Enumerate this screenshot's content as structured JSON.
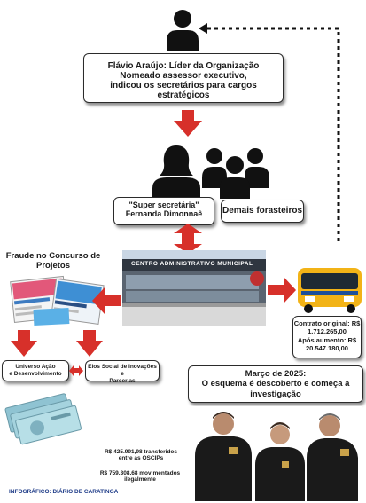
{
  "leader_box": {
    "line1": "Flávio Araújo: Líder da Organização",
    "line2": "Nomeado assessor executivo,",
    "line3": "indicou os secretários para cargos estratégicos"
  },
  "super_secretaria": {
    "line1": "\"Super secretária\"",
    "line2": "Fernanda Dimonnaê"
  },
  "demais": {
    "label": "Demais forasteiros"
  },
  "fraude": {
    "line1": "Fraude no Concurso de",
    "line2": "Projetos"
  },
  "building_sign": {
    "label": "CENTRO ADMINISTRATIVO MUNICIPAL"
  },
  "contrato": {
    "line1": "Contrato original: R$",
    "line2": "1.712.265,00",
    "line3": "Após aumento: R$",
    "line4": "20.547.180,00"
  },
  "universo": {
    "line1": "Universo Ação",
    "line2": "e Desenvolvimento"
  },
  "elos": {
    "line1": "Elos Social de Inovações e",
    "line2": "Parcerias"
  },
  "marco": {
    "line1": "Março de 2025:",
    "line2": "O esquema é descoberto e começa a",
    "line3": "investigação"
  },
  "money": {
    "transfer_line1": "R$ 425.991,98 transferidos",
    "transfer_line2": "entre as OSCIPs",
    "moved_line1": "R$ 759.308,68 movimentados",
    "moved_line2": "ilegalmente"
  },
  "credit": "INFOGRÁFICO: DIÁRIO DE CARATINGA",
  "colors": {
    "arrow": "#d7302a",
    "bus": "#f2b317",
    "police": "#1a1a1a",
    "sky": "#c9d6e4"
  },
  "icons": [
    "person-icon",
    "woman-icon",
    "group-icon",
    "bus-icon"
  ]
}
